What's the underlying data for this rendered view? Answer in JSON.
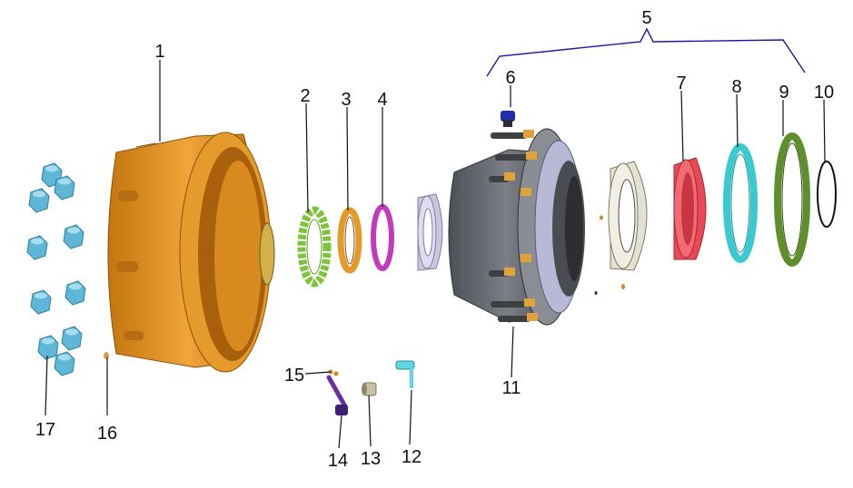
{
  "callouts": [
    {
      "number": "1"
    },
    {
      "number": "2"
    },
    {
      "number": "3"
    },
    {
      "number": "4"
    },
    {
      "number": "5"
    },
    {
      "number": "6"
    },
    {
      "number": "7"
    },
    {
      "number": "8"
    },
    {
      "number": "9"
    },
    {
      "number": "10"
    },
    {
      "number": "11"
    },
    {
      "number": "12"
    },
    {
      "number": "13"
    },
    {
      "number": "14"
    },
    {
      "number": "15"
    },
    {
      "number": "16"
    },
    {
      "number": "17"
    }
  ],
  "colors": {
    "drum": "#d98a1e",
    "drum_dark": "#a9620c",
    "green_ring": "#7ec43a",
    "orange_ring": "#e39a2a",
    "magenta_ring": "#c23bbd",
    "bearing": "#c9c7dd",
    "hub": "#6c6f75",
    "seal_red": "#e84a55",
    "seal_cyan": "#39c9cf",
    "seal_green": "#5e8f2c",
    "nut_blue": "#5fb7d8",
    "cap_blue": "#1e2fa8",
    "lever_purple": "#6a2fa0",
    "bracket_blue": "#1a1aa6"
  }
}
